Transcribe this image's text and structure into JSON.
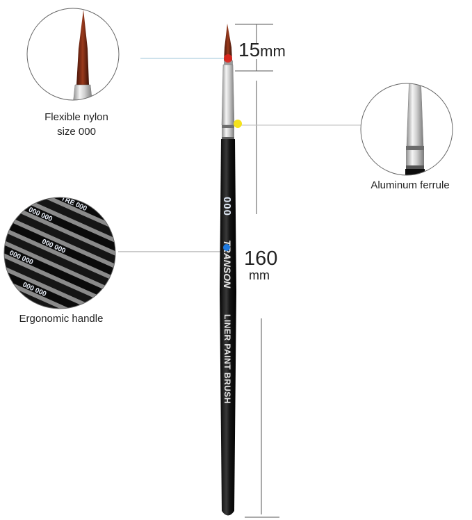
{
  "callouts": {
    "tip": {
      "line1": "Flexible nylon",
      "line2": "size 000"
    },
    "ferrule": {
      "label": "Aluminum ferrule"
    },
    "handle": {
      "label": "Ergonomic handle"
    }
  },
  "dimensions": {
    "tip": {
      "value": "15",
      "unit": "mm"
    },
    "total": {
      "value": "160",
      "unit": "mm"
    }
  },
  "brush_print": {
    "size": "000",
    "brand": "TRANSON",
    "product": "LINER PAINT BRUSH"
  },
  "handle_pattern_text": [
    "000",
    "TRE",
    "000",
    "000",
    "000",
    "000"
  ],
  "colors": {
    "tip_dot": "#e0261f",
    "ferrule_dot": "#f5e21b",
    "handle_dot": "#1f7ae0",
    "bristle": "#7a2a14",
    "handle": "#141414",
    "accent_blue": "#3b6fd1"
  }
}
